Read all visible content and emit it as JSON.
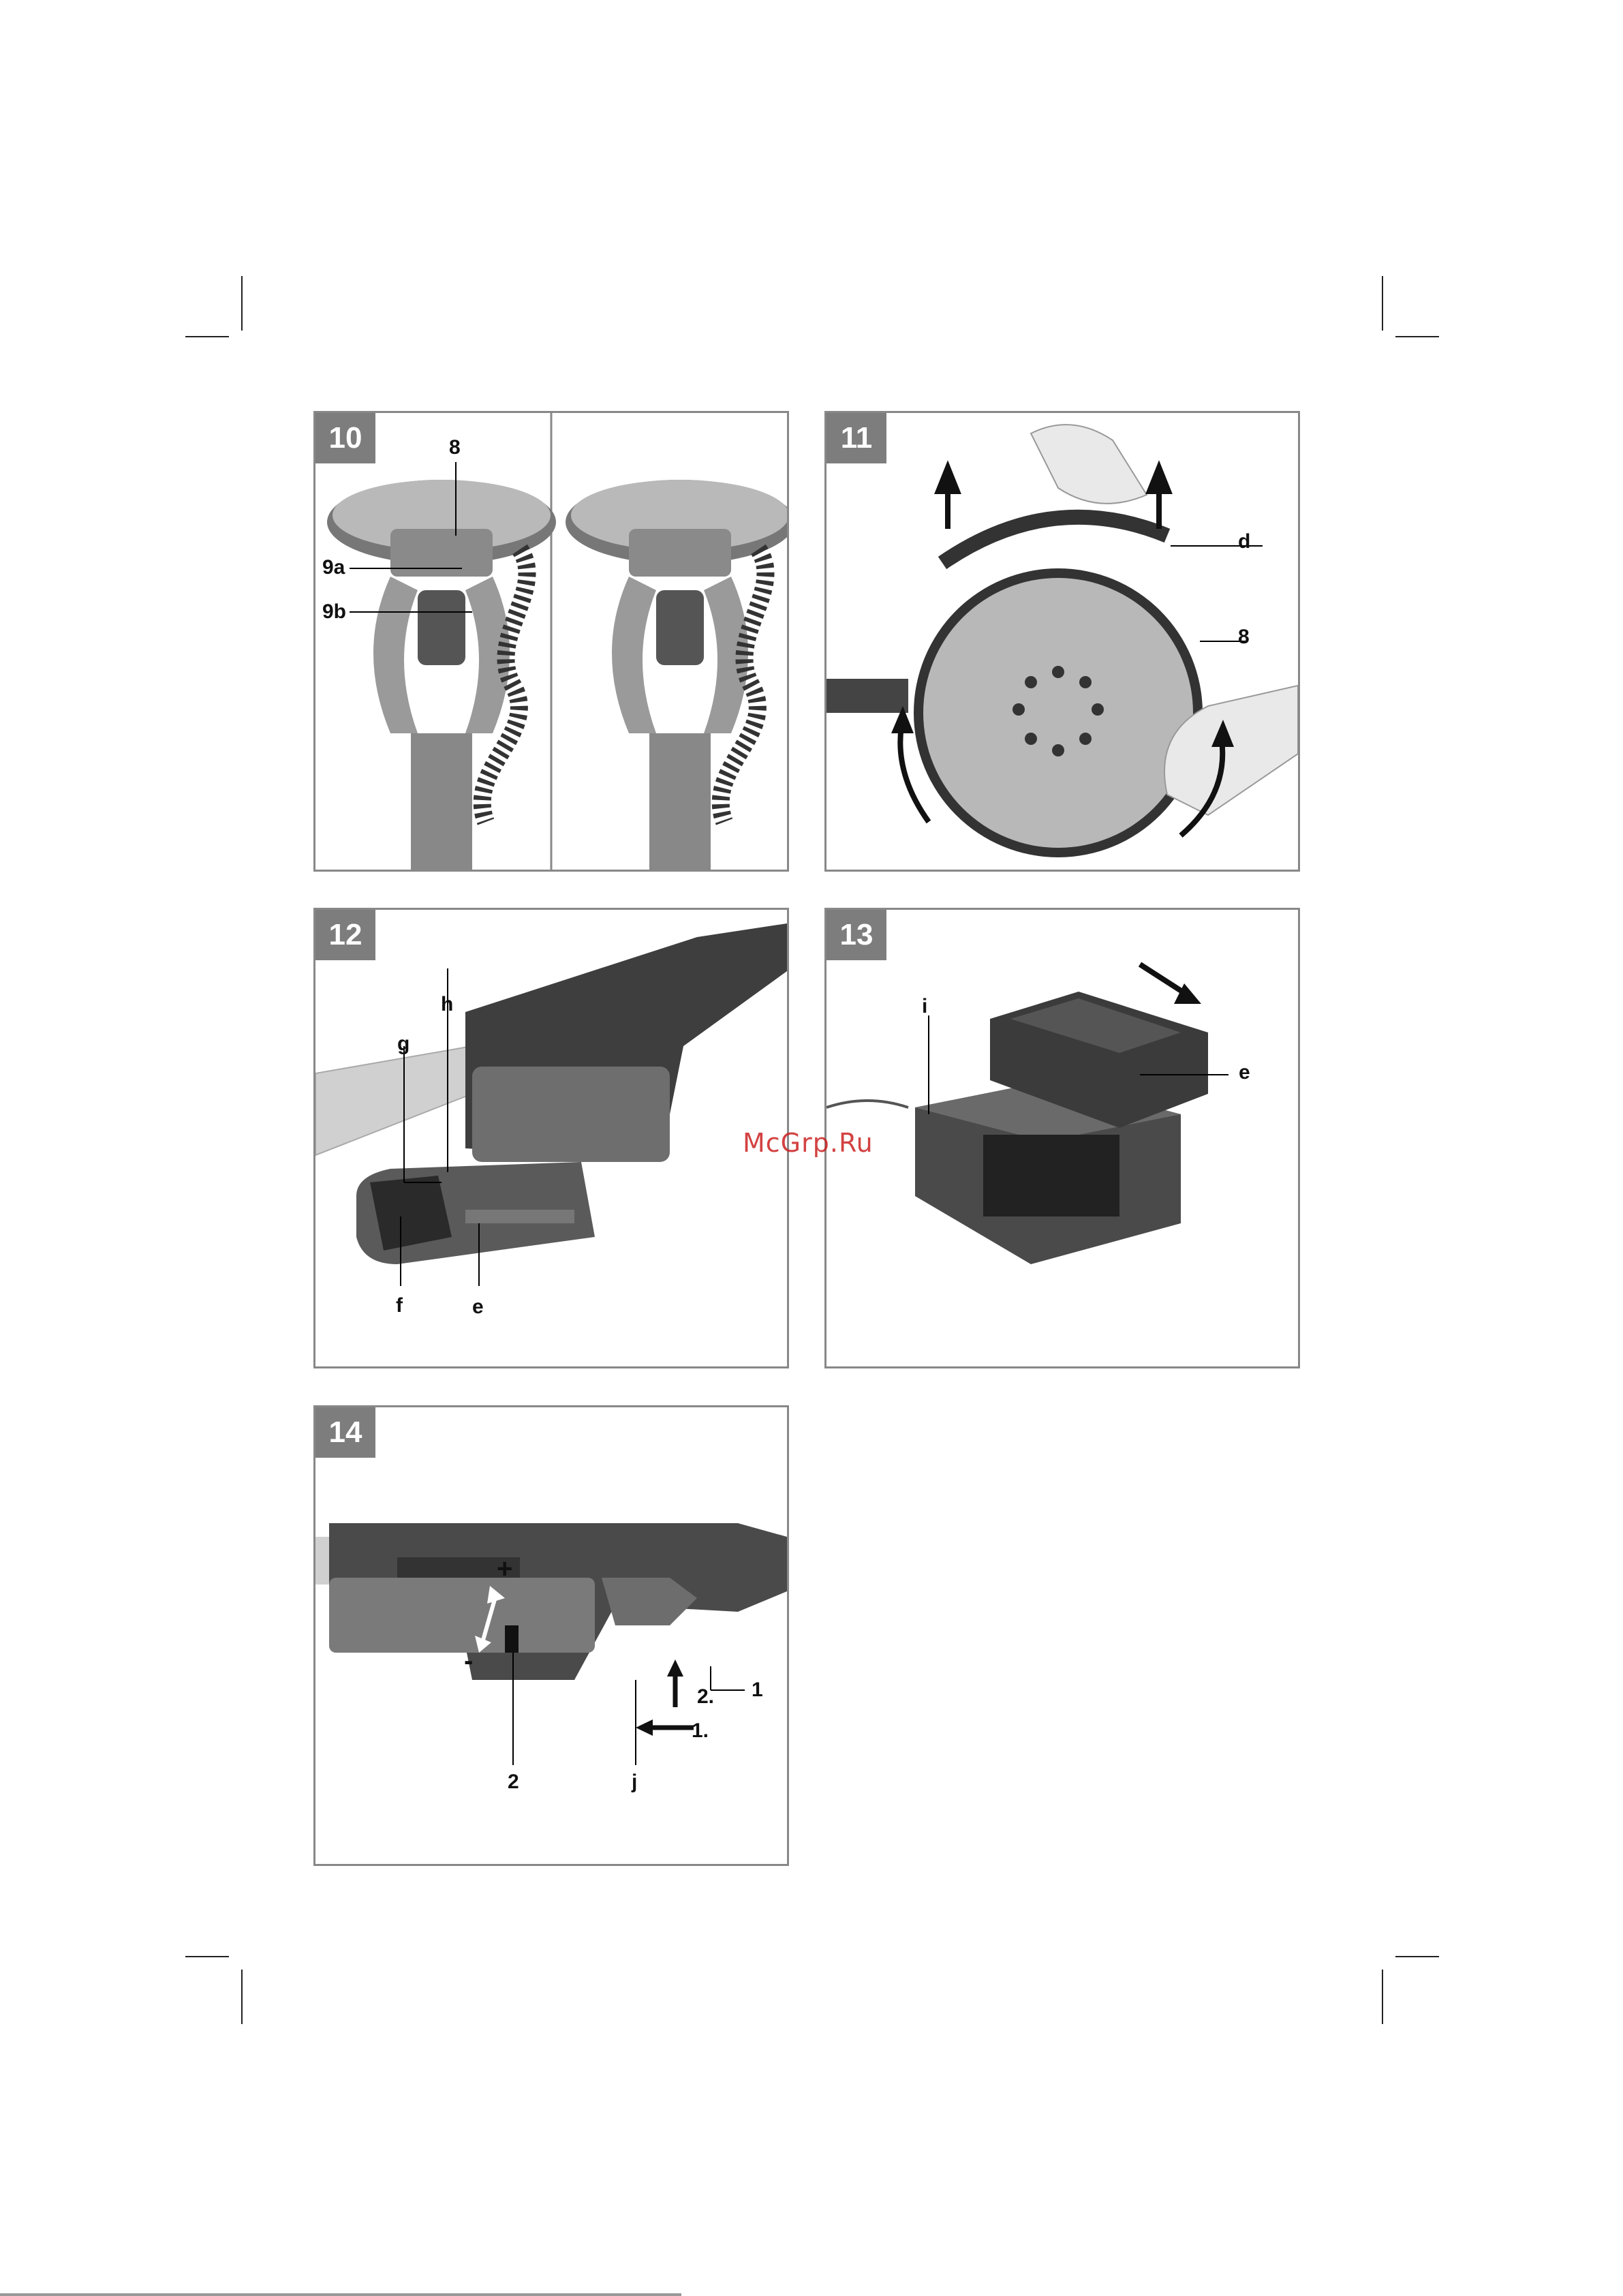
{
  "figures": {
    "fig10": {
      "number": "10",
      "labels": {
        "l8": "8",
        "l9a": "9a",
        "l9b": "9b"
      }
    },
    "fig11": {
      "number": "11",
      "labels": {
        "ld": "d",
        "l8": "8"
      }
    },
    "fig12": {
      "number": "12",
      "labels": {
        "lh": "h",
        "lg": "g",
        "lf": "f",
        "le": "e"
      }
    },
    "fig13": {
      "number": "13",
      "labels": {
        "li": "i",
        "le": "e"
      }
    },
    "fig14": {
      "number": "14",
      "labels": {
        "plus": "+",
        "minus": "-",
        "l1": "1",
        "step2": "2.",
        "step1": "1.",
        "l2": "2",
        "lj": "j"
      }
    }
  },
  "watermark": "McGrp.Ru"
}
